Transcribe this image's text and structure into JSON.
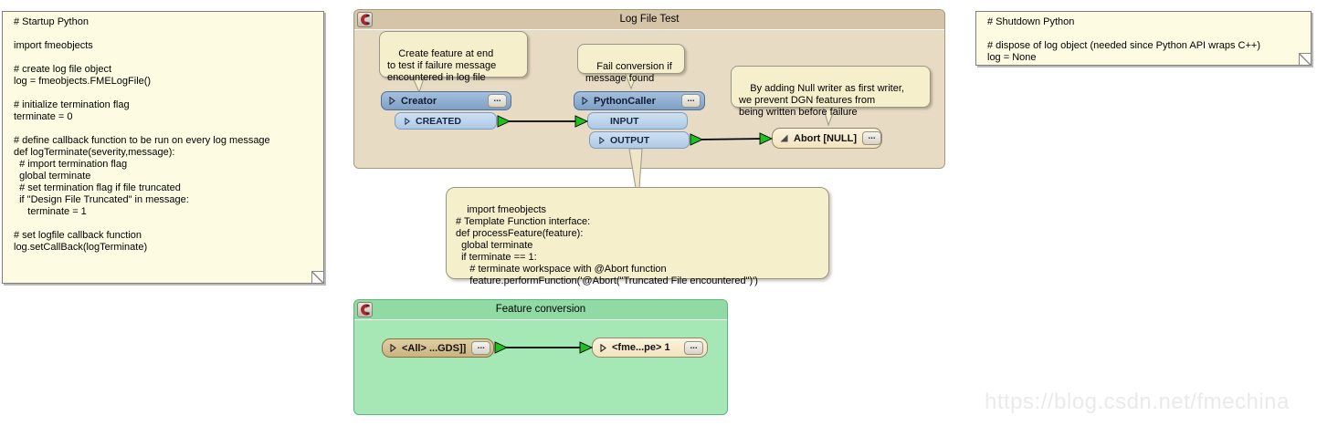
{
  "colors": {
    "canvas_bg": "#FFFFFF",
    "note_bg": "#FDFCE3",
    "callout_bg": "#F6EFCC",
    "tan_bookmark_bg": "#E8DBC4",
    "tan_bookmark_header": "#D6C4A9",
    "green_bookmark_bg": "#A6E7B6",
    "green_bookmark_header": "#90DAA4",
    "node_header_blue": "#A6C0DC",
    "port_blue": "#AECAE6",
    "writer_node_bg": "#F3E3BE",
    "reader_node_bg": "#CBB380",
    "arrow_green": "#1EC11E",
    "magnet_red": "#A82828",
    "watermark_gray": "#EAEAEA"
  },
  "startup_note": {
    "text": "# Startup Python\n\nimport fmeobjects\n\n# create log file object\nlog = fmeobjects.FMELogFile()\n\n# initialize termination flag\nterminate = 0\n\n# define callback function to be run on every log message\ndef logTerminate(severity,message):\n  # import termination flag\n  global terminate\n  # set termination flag if file truncated\n  if \"Design File Truncated\" in message:\n     terminate = 1\n\n# set logfile callback function\nlog.setCallBack(logTerminate)"
  },
  "shutdown_note": {
    "text": "# Shutdown Python\n\n# dispose of log object (needed since Python API wraps C++)\nlog = None"
  },
  "log_bookmark": {
    "title": "Log File Test",
    "creator_annotation": "Create feature at end\nto test if failure message\nencountered in log file",
    "python_annotation": "Fail conversion if\nmessage found",
    "null_annotation": "By adding Null writer as first writer,\nwe prevent DGN features from\nbeing written before failure",
    "code_annotation": "import fmeobjects\n# Template Function interface:\ndef processFeature(feature):\n  global terminate\n  if terminate == 1:\n     # terminate workspace with @Abort function\n     feature.performFunction('@Abort(\"Truncated File encountered\")')",
    "creator_node": {
      "label": "Creator",
      "menu_label": "...",
      "created_port": "CREATED"
    },
    "pythoncaller_node": {
      "label": "PythonCaller",
      "menu_label": "...",
      "input_port": "INPUT",
      "output_port": "OUTPUT"
    },
    "abort_node": {
      "label": "Abort [NULL]",
      "menu_label": "..."
    }
  },
  "conversion_bookmark": {
    "title": "Feature conversion",
    "reader_node": {
      "label": "<All> ...GDS]]",
      "menu_label": "..."
    },
    "writer_node": {
      "label": "<fme...pe> 1",
      "menu_label": "..."
    }
  },
  "watermark": "https://blog.csdn.net/fmechina"
}
